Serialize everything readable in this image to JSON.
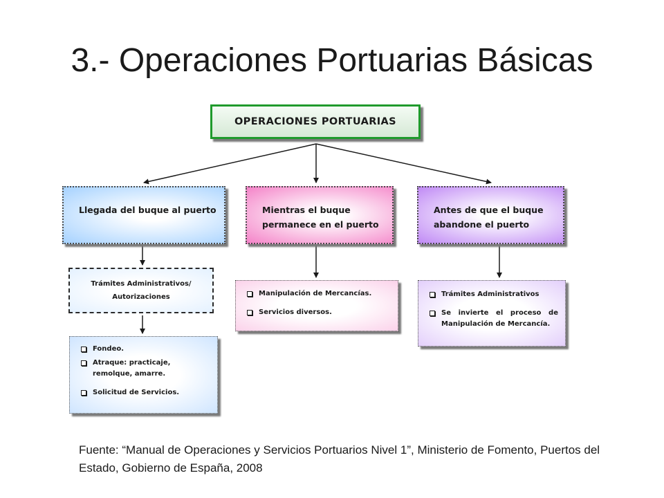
{
  "title": "3.- Operaciones Portuarias Básicas",
  "diagram": {
    "root": "OPERACIONES PORTUARIAS",
    "branches": [
      {
        "label": "Llegada del buque al puerto",
        "steps": [
          {
            "text": "Trámites Administrativos/\nAutorizaciones"
          },
          {
            "items": [
              "Fondeo.",
              "Atraque: practicaje,\nremolque, amarre.",
              "Solicitud de Servicios."
            ]
          }
        ]
      },
      {
        "label": "Mientras el buque\npermanece en el puerto",
        "steps": [
          {
            "items": [
              "Manipulación de Mercancías.",
              "Servicios diversos."
            ]
          }
        ]
      },
      {
        "label": "Antes de que el buque\nabandone el puerto",
        "steps": [
          {
            "items": [
              "Trámites Administrativos",
              "Se invierte el proceso de Manipulación de Mercancía."
            ]
          }
        ]
      }
    ]
  },
  "source": "Fuente: “Manual de Operaciones y Servicios Portuarios Nivel 1”, Ministerio de Fomento, Puertos del Estado, Gobierno de España, 2008"
}
